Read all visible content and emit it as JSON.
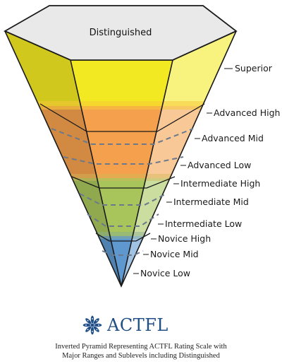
{
  "pyramid": {
    "top_label": "Distinguished",
    "levels": [
      {
        "label": "Superior"
      },
      {
        "label": "Advanced High"
      },
      {
        "label": "Advanced Mid"
      },
      {
        "label": "Advanced Low"
      },
      {
        "label": "Intermediate High"
      },
      {
        "label": "Intermediate Mid"
      },
      {
        "label": "Intermediate Low"
      },
      {
        "label": "Novice High"
      },
      {
        "label": "Novice Mid"
      },
      {
        "label": "Novice Low"
      }
    ],
    "colors": {
      "top": "#e9e9e9",
      "superior": "#f5ea1e",
      "advanced": "#f4a24a",
      "intermediate": "#a9c75a",
      "novice": "#5d97cf",
      "dashes": "#6d7d8d"
    }
  },
  "brand": {
    "name": "ACTFL",
    "logo_icon": "actfl-snowflake-icon"
  },
  "caption": {
    "line1": "Inverted Pyramid Representing ACTFL Rating Scale with",
    "line2": "Major Ranges and Sublevels including Distinguished"
  }
}
